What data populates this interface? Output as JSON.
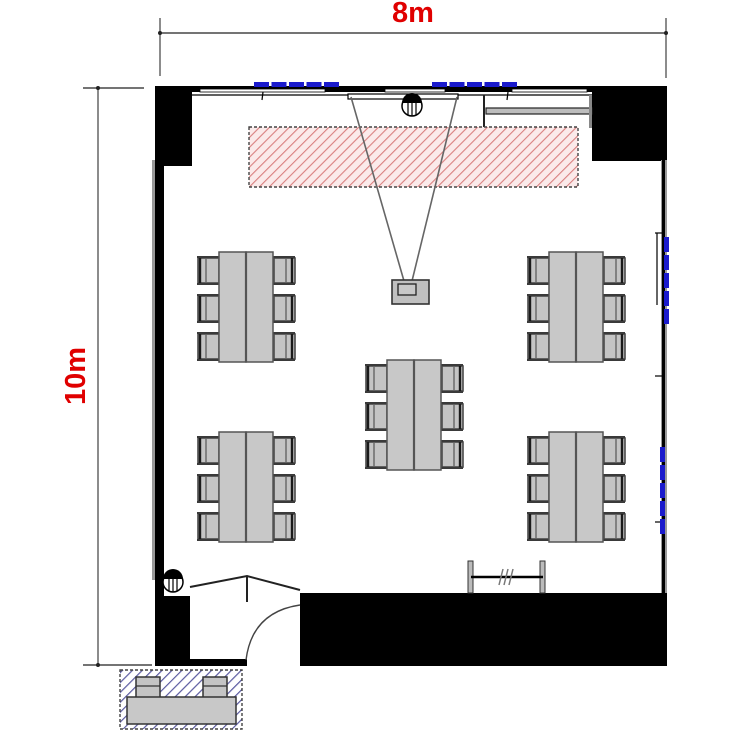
{
  "plan": {
    "type": "meeting-room-floor-plan",
    "dimensions": {
      "width_label": "8m",
      "height_label": "10m"
    },
    "colors": {
      "dimension_text": "#e00000",
      "wall": "#000000",
      "furniture_fill": "#c8c8c8",
      "furniture_stroke": "#555555",
      "window_marker": "#1a1acc",
      "screen_area_hatch": "#d98080",
      "equipment_hatch": "#5a5aa0"
    },
    "icons": {
      "projector": "projector-icon",
      "projection_beam": "projection-beam-icon",
      "column_pipe": "pipe-column-icon",
      "door": "door-swing-icon",
      "radiator": "radiator-icon",
      "whiteboard_area": "hatched-screen-area-icon",
      "reception_desk": "reception-desk-icon"
    },
    "furniture": {
      "table_groups": [
        {
          "name": "table-group-top-left",
          "tables": 2,
          "chairs": 6
        },
        {
          "name": "table-group-top-right",
          "tables": 2,
          "chairs": 6
        },
        {
          "name": "table-group-center",
          "tables": 2,
          "chairs": 6
        },
        {
          "name": "table-group-bottom-left",
          "tables": 2,
          "chairs": 6
        },
        {
          "name": "table-group-bottom-right",
          "tables": 2,
          "chairs": 6
        }
      ],
      "total_chairs": 30,
      "total_tables": 10
    },
    "windows": {
      "top_wall_blinds": 2,
      "right_wall_blinds": 2
    }
  }
}
